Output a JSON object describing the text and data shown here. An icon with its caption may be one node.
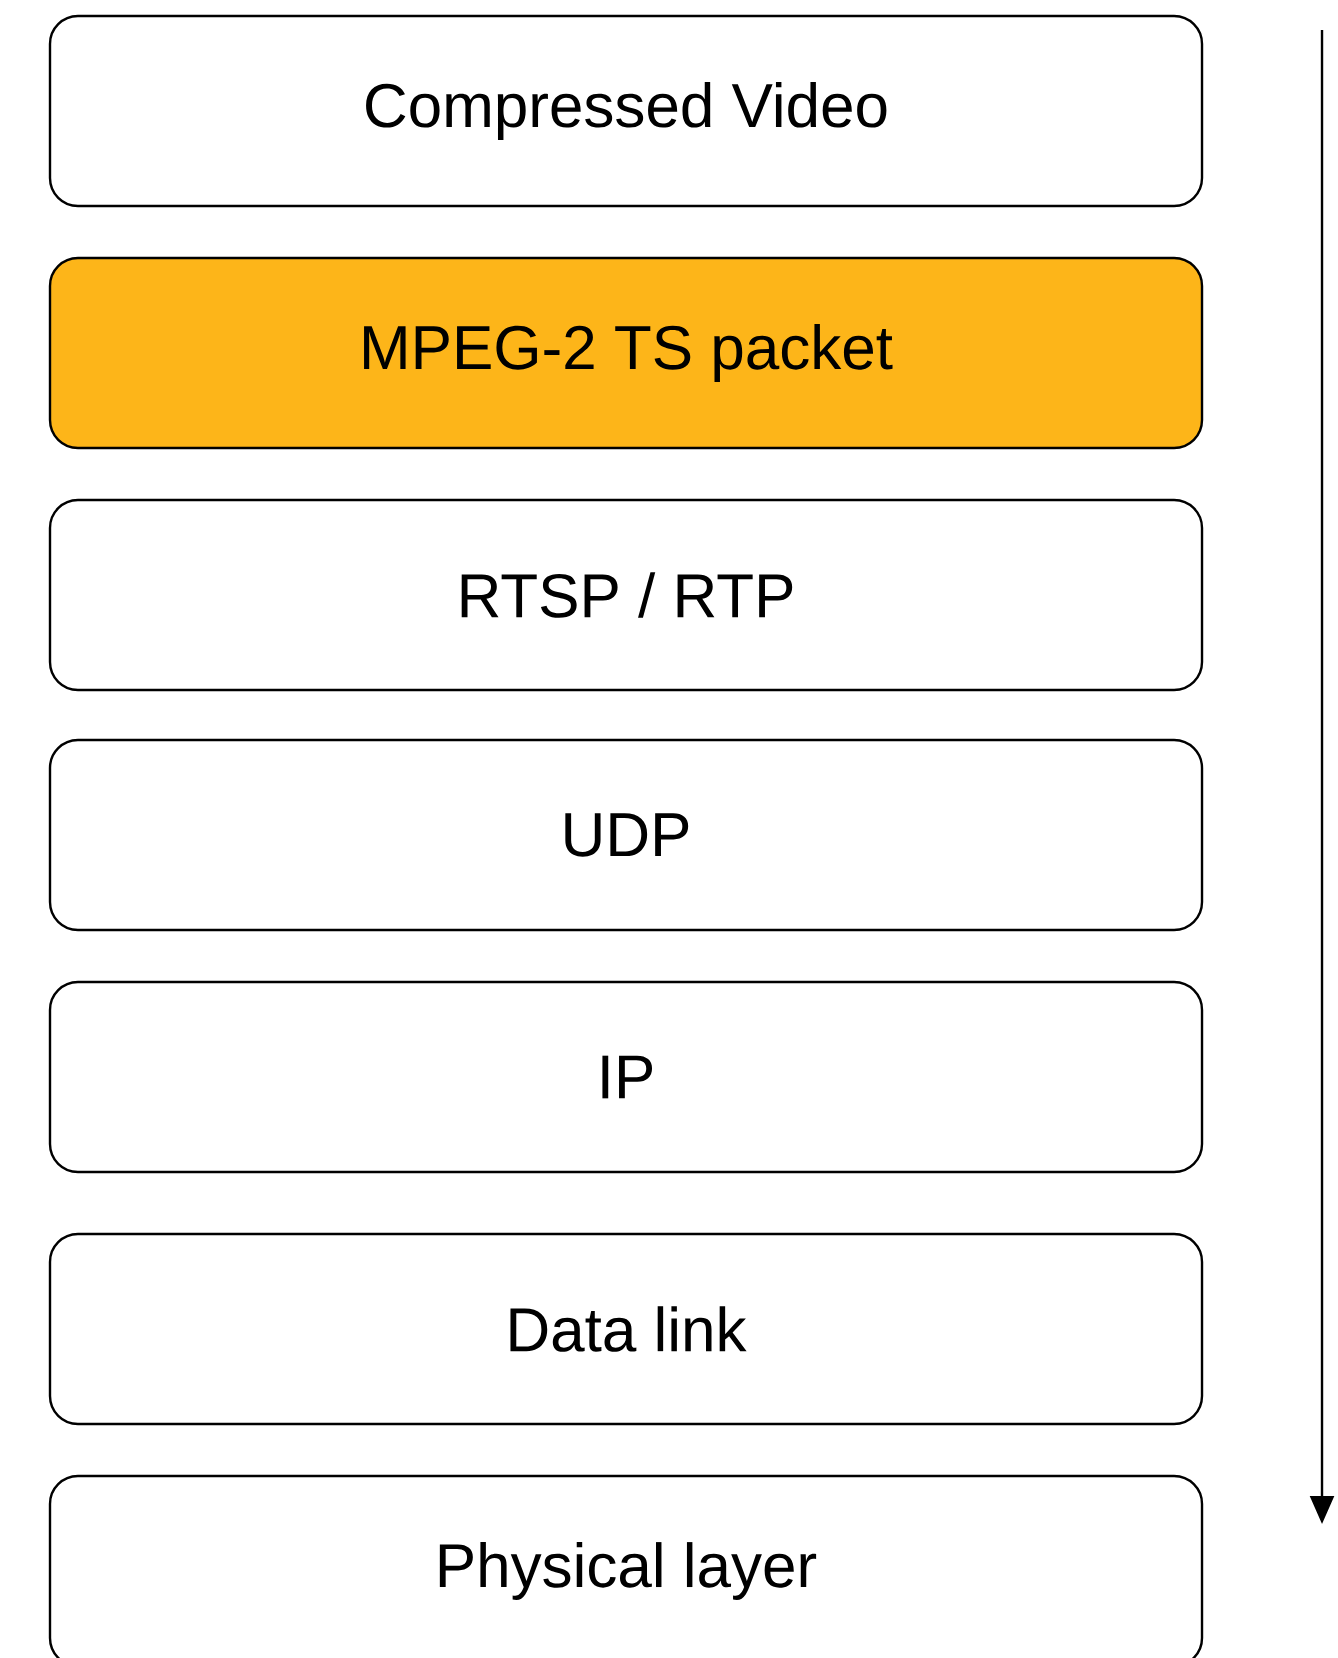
{
  "diagram": {
    "nodes": [
      {
        "text": [
          "Compressed Video"
        ]
      },
      {
        "text": [
          "MPEG-2 TS packet"
        ]
      },
      {
        "text": [
          "RTSP / RTP"
        ]
      },
      {
        "text": [
          "UDP"
        ]
      },
      {
        "text": [
          "IP"
        ]
      },
      {
        "text": [
          "Data link"
        ]
      },
      {
        "text": [
          "Physical layer"
        ]
      }
    ]
  }
}
